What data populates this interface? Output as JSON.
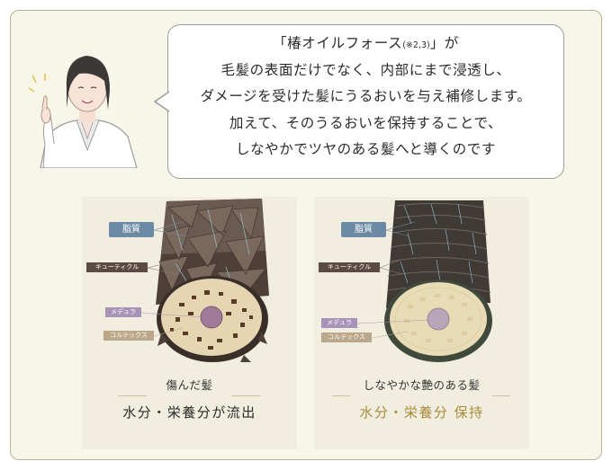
{
  "speech": {
    "lines": [
      "「椿オイルフォース",
      "(※2,3)",
      "」が",
      "毛髪の表面だけでなく、内部にまで浸透し、",
      "ダメージを受けた髪にうるおいを与え補修します。",
      "加えて、そのうるおいを保持することで、",
      "しなやかでツヤのある髪へと導くのです"
    ]
  },
  "labels": {
    "lipid": "脂質",
    "cuticle": "キューティクル",
    "medulla": "メデュラ",
    "cortex": "コルテックス"
  },
  "panels": [
    {
      "title": "傷んだ髪",
      "caption": "水分・栄養分が流出"
    },
    {
      "title": "しなやかな艶のある髪",
      "caption": "水分・栄養分 保持"
    }
  ],
  "colors": {
    "frame_border": "#b9b29a",
    "frame_fill": "#f8f6e9",
    "panel_fill": "#f1eee0",
    "caption_dark": "#2b2b2b",
    "caption_gold": "#a88a3c",
    "lipid_tag": "#6c8aa3",
    "cuticle_tag": "#5a4a42",
    "medulla_tag": "#a894b8",
    "cortex_tag": "#bba88a"
  },
  "icons": [
    "doctor-illustration",
    "damaged-hair-cross-section",
    "healthy-hair-cross-section"
  ]
}
